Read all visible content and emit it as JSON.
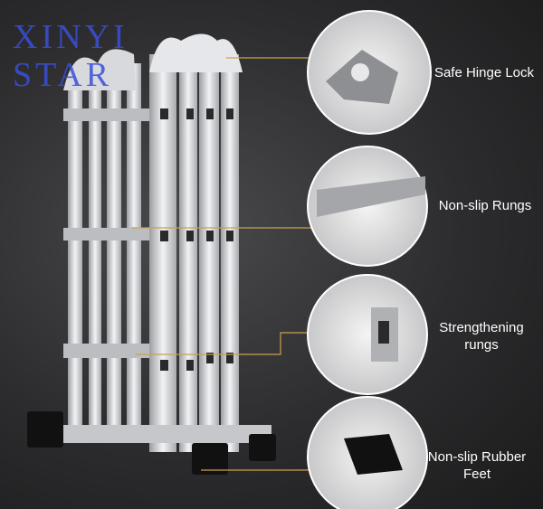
{
  "watermark": {
    "line1": "XINYI",
    "line2": "STAR"
  },
  "features": [
    {
      "label": "Safe Hinge Lock"
    },
    {
      "label": "Non-slip Rungs"
    },
    {
      "label": "Strengthening rungs"
    },
    {
      "label": "Non-slip Rubber Feet"
    }
  ],
  "colors": {
    "connector": "#c9a24a",
    "background": "#2c2c2e"
  }
}
